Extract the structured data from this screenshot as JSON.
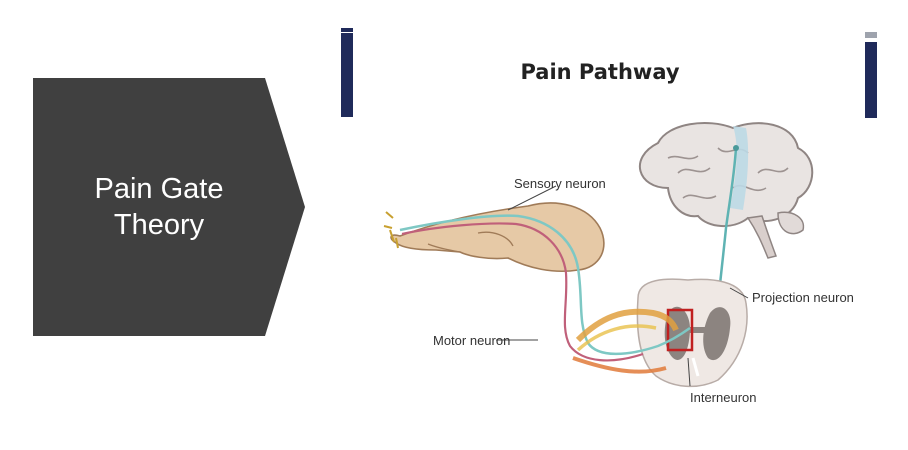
{
  "slide": {
    "chevron_line1": "Pain Gate",
    "chevron_line2": "Theory"
  },
  "diagram": {
    "title": "Pain Pathway",
    "labels": {
      "sensory": "Sensory neuron",
      "projection": "Projection neuron",
      "motor": "Motor neuron",
      "interneuron": "Interneuron"
    }
  },
  "colors": {
    "chevron": "#404040",
    "accent_bar": "#1f2a5a",
    "sensory_nerve": "#7ec8c4",
    "motor_nerve": "#c0607a",
    "pathway_nerve": "#e0a040",
    "highlight_box": "#c02020"
  }
}
